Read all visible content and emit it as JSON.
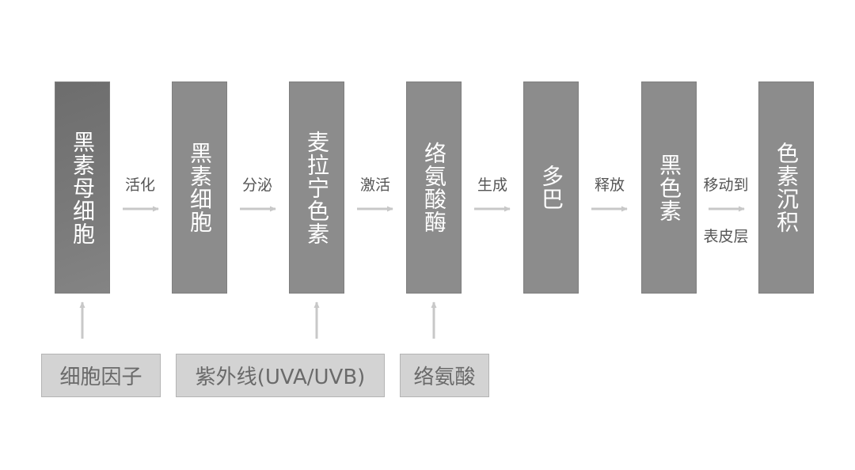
{
  "stages": [
    {
      "label": "黑素母细胞"
    },
    {
      "label": "黑素细胞"
    },
    {
      "label": "麦拉宁色素"
    },
    {
      "label": "络氨酸酶"
    },
    {
      "label": "多巴"
    },
    {
      "label": "黑色素"
    },
    {
      "label": "色素沉积"
    }
  ],
  "transitions": [
    {
      "label": "活化"
    },
    {
      "label": "分泌"
    },
    {
      "label": "激活"
    },
    {
      "label": "生成"
    },
    {
      "label": "释放"
    },
    {
      "label": "移动到",
      "sublabel": "表皮层"
    }
  ],
  "factors": [
    {
      "label": "细胞因子"
    },
    {
      "label": "紫外线(UVA/UVB)"
    },
    {
      "label": "络氨酸"
    }
  ],
  "colors": {
    "stage_fill": "#8c8c8c",
    "stage_first_fill": "#777777",
    "factor_fill": "#d3d3d3",
    "arrow": "#c8c8c8",
    "label_text": "#555555"
  }
}
